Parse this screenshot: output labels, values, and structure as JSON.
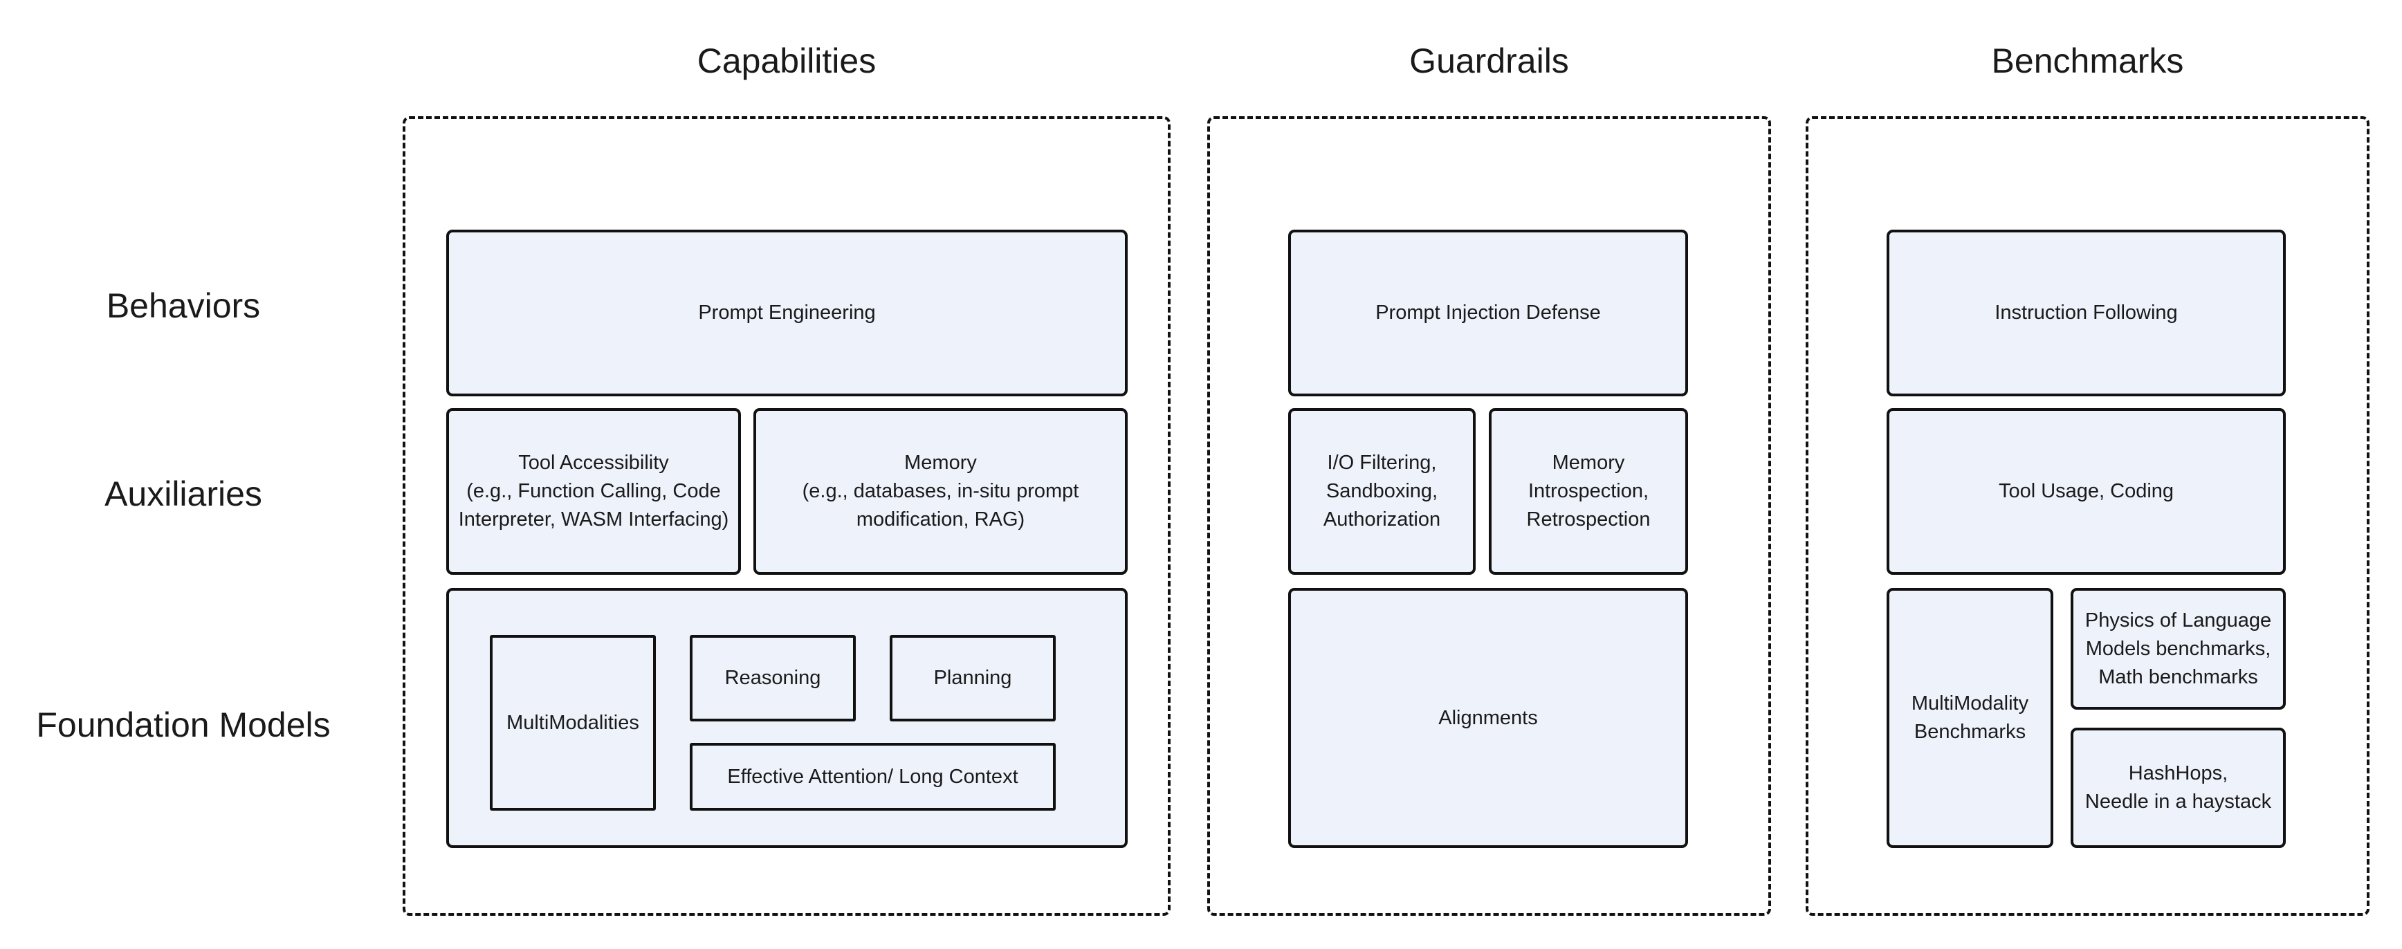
{
  "columns": {
    "capabilities": "Capabilities",
    "guardrails": "Guardrails",
    "benchmarks": "Benchmarks"
  },
  "rows": {
    "behaviors": "Behaviors",
    "auxiliaries": "Auxiliaries",
    "foundation_models": "Foundation Models"
  },
  "capabilities": {
    "prompt_engineering": "Prompt Engineering",
    "tool_accessibility": "Tool Accessibility\n(e.g., Function Calling, Code\nInterpreter, WASM Interfacing)",
    "memory": "Memory\n(e.g., databases, in-situ prompt\nmodification, RAG)",
    "multimodalities": "MultiModalities",
    "reasoning": "Reasoning",
    "planning": "Planning",
    "effective_attention": "Effective Attention/ Long Context"
  },
  "guardrails": {
    "prompt_injection_defense": "Prompt Injection Defense",
    "io_filtering": "I/O Filtering,\nSandboxing,\nAuthorization",
    "memory_introspection": "Memory\nIntrospection,\nRetrospection",
    "alignments": "Alignments"
  },
  "benchmarks": {
    "instruction_following": "Instruction Following",
    "tool_usage": "Tool Usage, Coding",
    "multimodality_benchmarks": "MultiModality\nBenchmarks",
    "physics_math": "Physics of Language\nModels benchmarks,\nMath benchmarks",
    "hashhops": "HashHops,\nNeedle in a haystack"
  },
  "colors": {
    "box_fill": "#eef2fb",
    "border": "#111111"
  }
}
